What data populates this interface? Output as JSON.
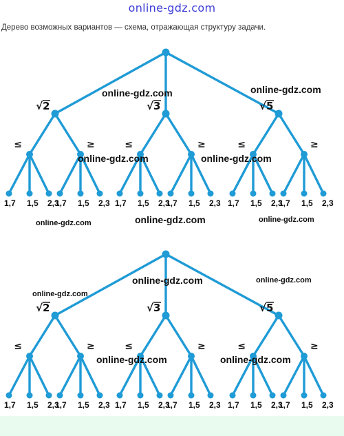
{
  "header": {
    "site_title": "online-gdz.com"
  },
  "caption": "Дерево возможных вариантов — схема, отражающая структуру задачи.",
  "colors": {
    "tree": "#1f9bd6",
    "header_text": "#3b3bd6",
    "bottom_band": "#e8fbee"
  },
  "tree": {
    "root_radicands": [
      "2",
      "3",
      "5"
    ],
    "comparisons": [
      "≤",
      "≥"
    ],
    "leaves": [
      "1,7",
      "1,5",
      "2,3"
    ]
  },
  "watermarks": {
    "top": [
      "online-gdz.com",
      "online-gdz.com",
      "online-gdz.com",
      "online-gdz.com",
      "online-gdz.com",
      "online-gdz.com",
      "online-gdz.com"
    ],
    "bottom": [
      "online-gdz.com",
      "online-gdz.com",
      "online-gdz.com",
      "online-gdz.com",
      "online-gdz.com",
      "online-gdz.com"
    ]
  }
}
